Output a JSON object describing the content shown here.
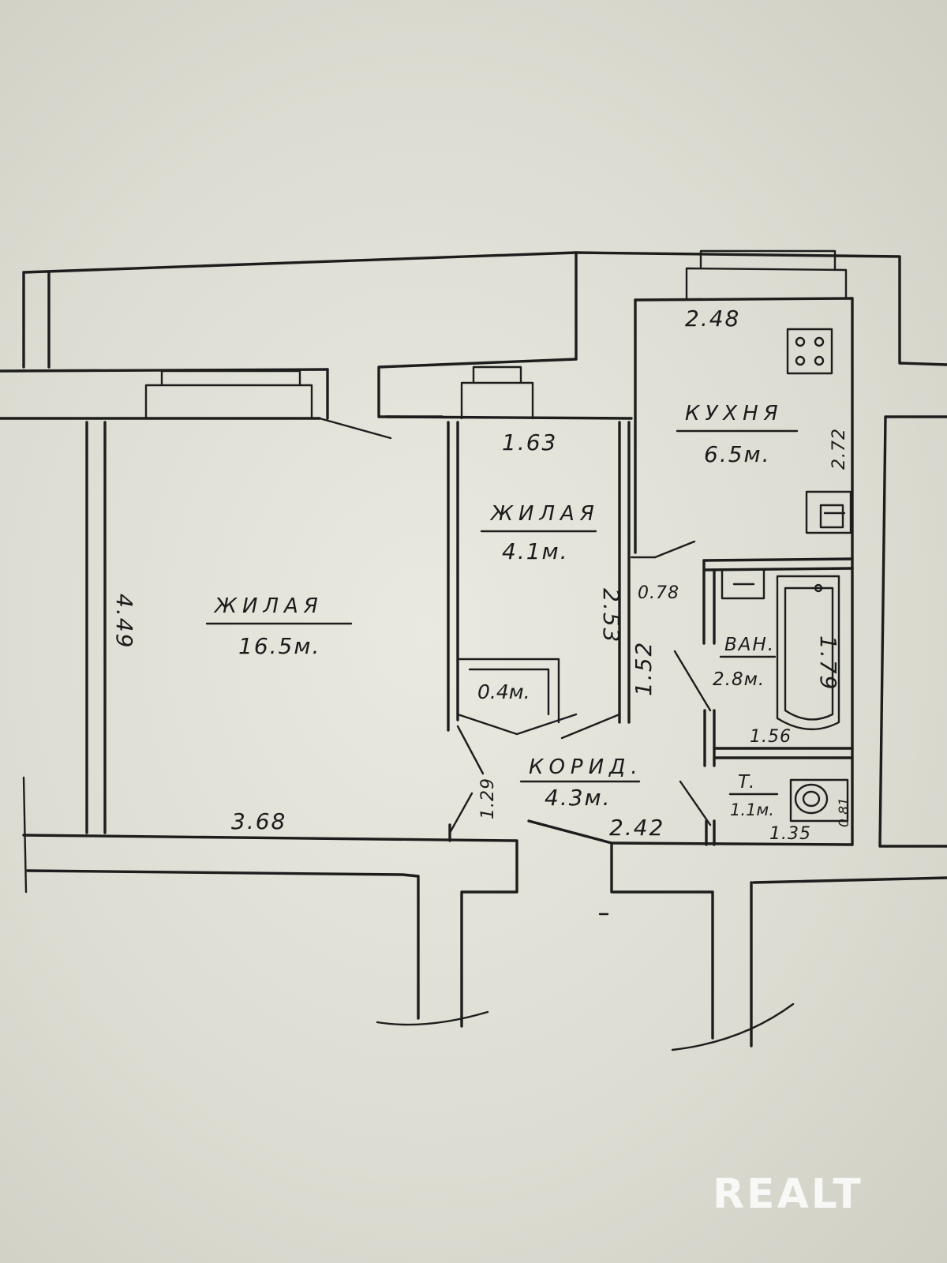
{
  "rooms": {
    "living_large": {
      "name": "ЖИЛАЯ",
      "area": "16.5м."
    },
    "living_small": {
      "name": "ЖИЛАЯ",
      "area": "4.1м."
    },
    "kitchen": {
      "name": "КУХНЯ",
      "area": "6.5м."
    },
    "bath": {
      "name": "ВАН.",
      "area": "2.8м."
    },
    "wc": {
      "name": "Т.",
      "area": "1.1м."
    },
    "corridor": {
      "name": "КОРИД.",
      "area": "4.3м."
    },
    "closet": {
      "area": "0.4м."
    }
  },
  "dimensions": {
    "kitchen_width": "2.48",
    "kitchen_depth": "2.72",
    "small_room_width": "1.63",
    "small_room_depth": "2.53",
    "large_room_depth": "4.49",
    "large_room_width": "3.68",
    "corridor_width": "2.42",
    "corridor_depth": "1.52",
    "corridor_side": "1.29",
    "opening": "0.78",
    "bath_depth": "1.79",
    "bath_width": "1.56",
    "wc_width": "1.35",
    "wc_depth": "0.81"
  },
  "watermark": "REALT"
}
